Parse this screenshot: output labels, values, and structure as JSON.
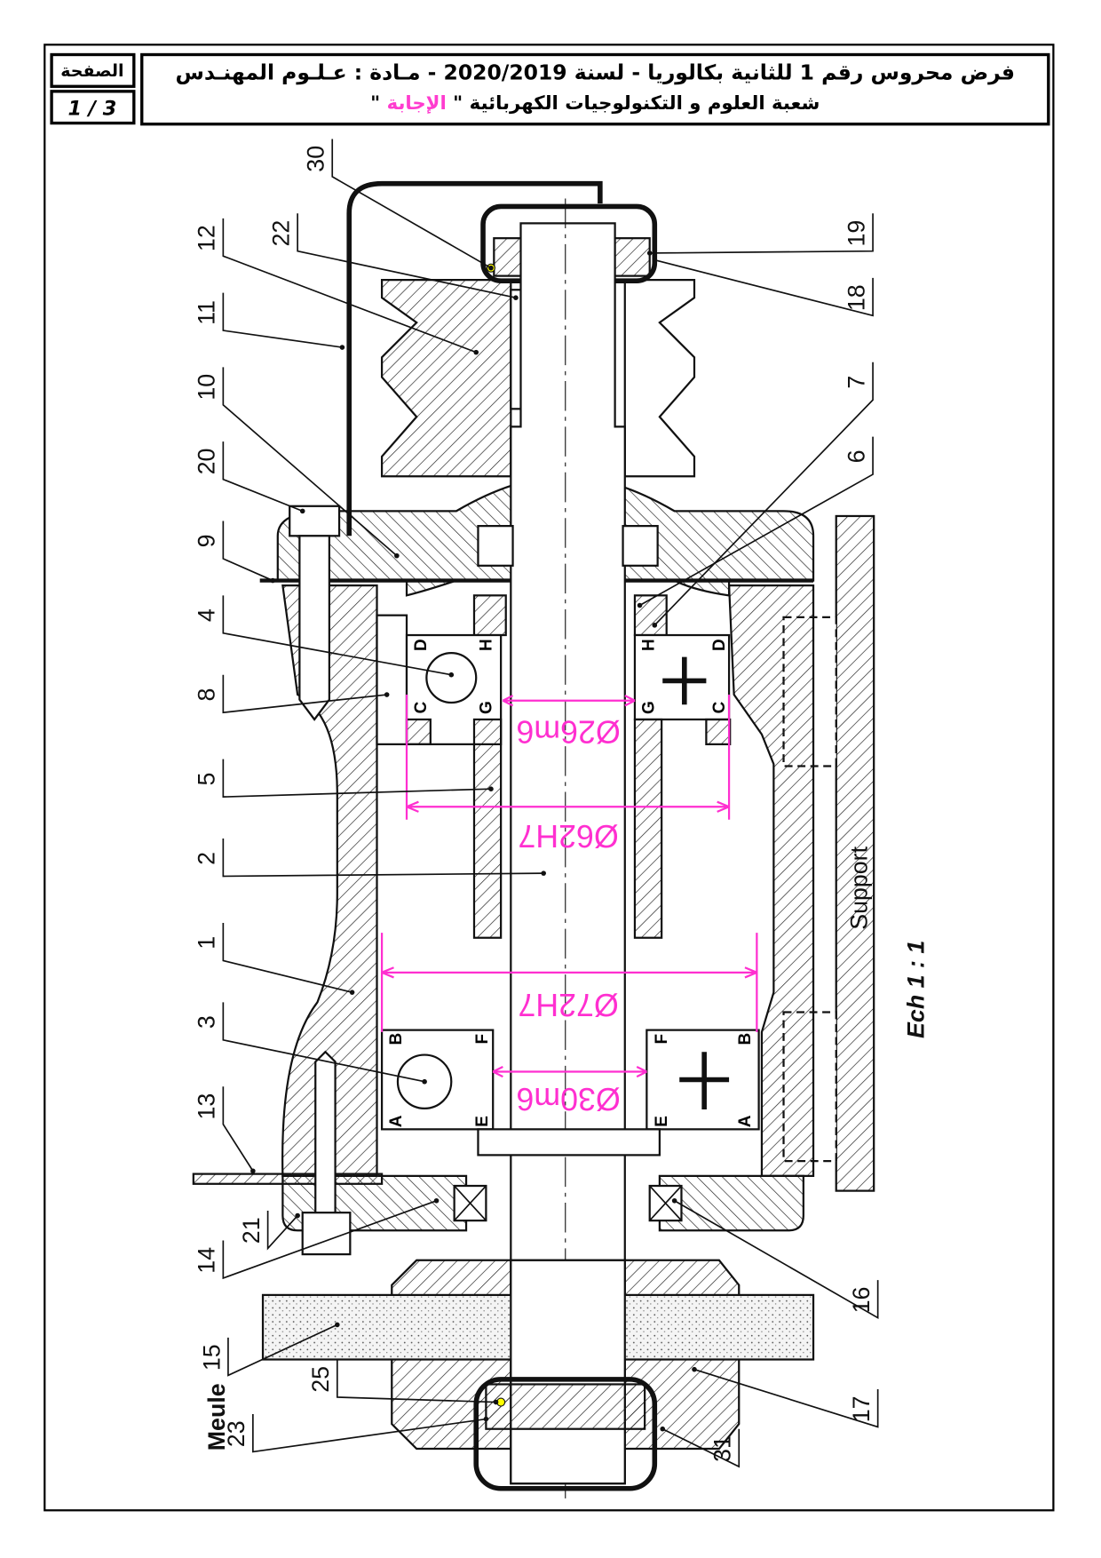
{
  "header": {
    "page_label": "الصفحة",
    "page_number": "1 / 3",
    "title_line1": "فرض محروس رقم 1 للثانية بكالوريا - لسنة 2020/2019 - مـادة : عـلـوم المهنـدس",
    "title_line2": "شعبة العلوم و التكنولوجيات الكهربائية",
    "answer_open": "\"",
    "answer_word": "الإجابة",
    "answer_close": "\""
  },
  "colors": {
    "answer": "#ff3ccf",
    "dimension": "#ff2fd0"
  },
  "drawing": {
    "parts": [
      "30",
      "12",
      "22",
      "11",
      "10",
      "20",
      "9",
      "4",
      "8",
      "5",
      "2",
      "1",
      "3",
      "13",
      "21",
      "14",
      "15",
      "23",
      "25",
      "19",
      "18",
      "7",
      "6",
      "16",
      "17",
      "31"
    ],
    "meule_label": "Meule",
    "support_label": "Support",
    "scale_label": "Ech 1 : 1",
    "dimensions": {
      "d26": "Ø26m6",
      "d62": "Ø62H7",
      "d72": "Ø72H7",
      "d30": "Ø30m6"
    },
    "bearing_letters_top": [
      "D",
      "C",
      "H",
      "G",
      "H",
      "G",
      "D",
      "C"
    ],
    "bearing_letters_bottom": [
      "B",
      "A",
      "F",
      "E",
      "F",
      "E",
      "B",
      "A"
    ]
  }
}
